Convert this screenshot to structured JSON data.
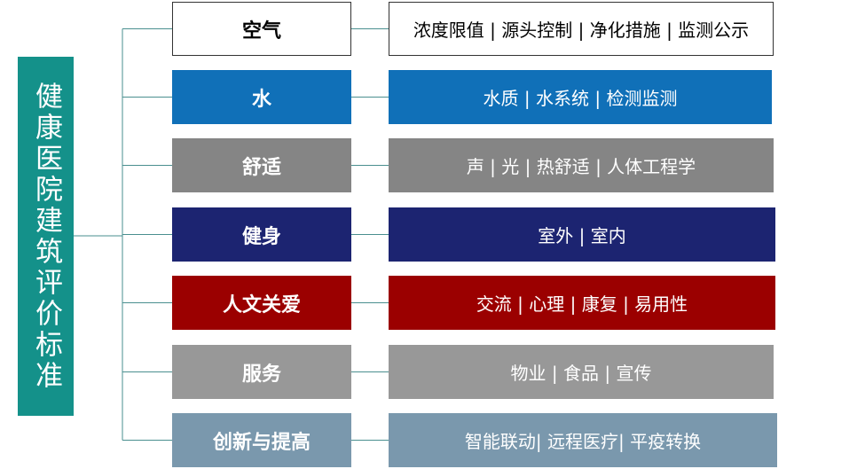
{
  "title": "健康医院建筑评价标准",
  "rows": [
    {
      "category": "空气",
      "details": "浓度限值 | 源头控制 | 净化措施 | 监测公示",
      "color": "#ffffff",
      "outlined": true
    },
    {
      "category": "水",
      "details": "水质 | 水系统 | 检测监测",
      "color": "#1070b8",
      "outlined": false
    },
    {
      "category": "舒适",
      "details": "声 | 光 | 热舒适 | 人体工程学",
      "color": "#858585",
      "outlined": false
    },
    {
      "category": "健身",
      "details": "室外 | 室内",
      "color": "#1c2471",
      "outlined": false
    },
    {
      "category": "人文关爱",
      "details": "交流 | 心理 | 康复 | 易用性",
      "color": "#9b0000",
      "outlined": false
    },
    {
      "category": "服务",
      "details": "物业 | 食品 | 宣传",
      "color": "#989898",
      "outlined": false
    },
    {
      "category": "创新与提高",
      "details": "智能联动| 远程医疗| 平疫转换",
      "color": "#7a98ad",
      "outlined": false
    }
  ],
  "colors": {
    "root": "#14918a",
    "connector": "#4a8f8f"
  }
}
